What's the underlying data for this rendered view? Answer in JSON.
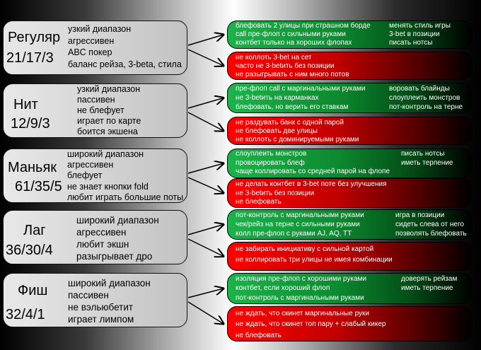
{
  "types": [
    {
      "name": "Регуляр",
      "stats": "21/17/3",
      "traits": [
        "узкий диапазон",
        "агрессивен",
        "ABC покер",
        "баланс рейза, 3-beta, стила"
      ],
      "do": [
        "блефовать 2 улицы при страшном борде",
        "call пре-флоп с сильными руками",
        "контбет только на хороших флопах"
      ],
      "do_extra": [
        "менять стиль игры",
        "3-bet в позиции",
        "писать нотсы"
      ],
      "dont": [
        "не коллоть 3-bet на сет",
        "часто не 3-betить без позиции",
        "не разыгрывать с ним много потов"
      ]
    },
    {
      "name": "Нит",
      "stats": "12/9/3",
      "traits": [
        "узкий диапазон",
        "пассивен",
        "не блефует",
        "играет по карте",
        "боится экшена"
      ],
      "do": [
        "пре-флоп call с маргинальными руками",
        "не 3-betить на карманках",
        "блефовать, но верить его ставкам"
      ],
      "do_extra": [
        "воровать блайнды",
        "слоуплеить монстров",
        "пот-контроль на терне"
      ],
      "dont": [
        "не раздувать банк с одной парой",
        "не блефовать две улицы",
        "не коллоть с доминируемыми руками"
      ]
    },
    {
      "name": "Маньяк",
      "stats": "61/35/5",
      "traits": [
        "широкий диапазон",
        "агрессивен",
        "блефует",
        "не знает кнопки fold",
        "любит играть большие поты"
      ],
      "do": [
        "слоуплеить монстров",
        "провоцировать блеф",
        "чаще коллировать со средней парой на флопе"
      ],
      "do_extra": [
        "писать нотсы",
        "иметь терпение"
      ],
      "dont": [
        "не делать контбет в 3-bet поте без улучшения",
        "не 3-betить без позиции",
        "не блефовать"
      ]
    },
    {
      "name": "Лаг",
      "stats": "36/30/4",
      "traits": [
        "широкий диапазон",
        "агрессивен",
        "любит экшн",
        "разыгрывает дро"
      ],
      "do": [
        "пот-контроль с маргинальными руками",
        "чек/рейз на терне с сильными руками",
        "колл пре-флоп с руками AJ, AQ, TT"
      ],
      "do_extra": [
        "игра в позиции",
        "сидеть слева от него",
        "позволять блефовать"
      ],
      "dont": [
        "не забирать инициативу с сильной картой",
        "не коллировать три улицы не имея комбинации"
      ]
    },
    {
      "name": "Фиш",
      "stats": "32/4/1",
      "traits": [
        "широкий диапазон",
        "пассивен",
        "не вэльюбетит",
        "играет лимпом"
      ],
      "do": [
        "изоляция пре-флоп с хорошими руками",
        "контбет, если хороший флоп",
        "пот-контроль с маргинальными руками"
      ],
      "do_extra": [
        "доверять рейзам",
        "иметь терпение"
      ],
      "dont": [
        "не ждать, что скинет маргинальные руки",
        "не ждать, что скинет топ пару + слабый кикер",
        "не блефовать"
      ]
    }
  ]
}
